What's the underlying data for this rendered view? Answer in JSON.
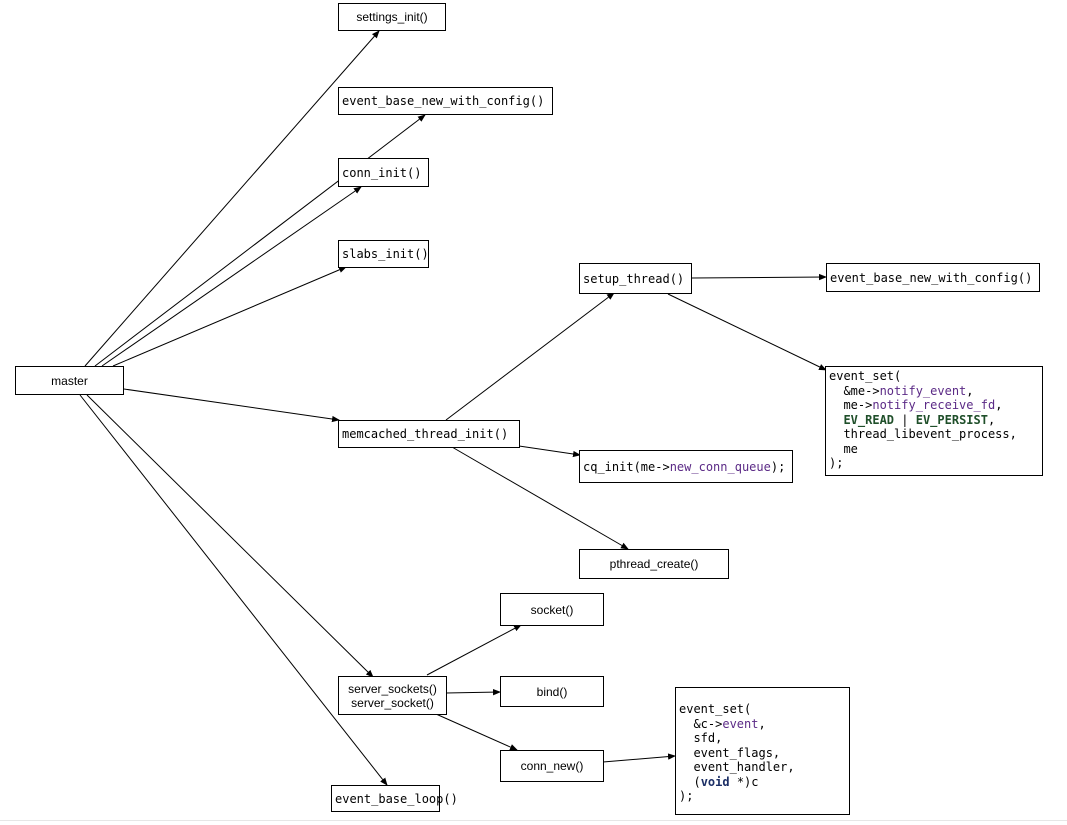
{
  "nodes": {
    "master": "master",
    "settings_init": "settings_init()",
    "event_base_new_with_config_1": "event_base_new_with_config()",
    "conn_init": "conn_init()",
    "slabs_init": "slabs_init()",
    "memcached_thread_init": "memcached_thread_init()",
    "setup_thread": "setup_thread()",
    "event_base_new_with_config_2": "event_base_new_with_config()",
    "cq_init": {
      "prefix": "cq_init(me->",
      "field": "new_conn_queue",
      "suffix": ");"
    },
    "pthread_create": "pthread_create()",
    "socket": "socket()",
    "server_sockets": {
      "line1": "server_sockets()",
      "line2": "server_socket()"
    },
    "bind": "bind()",
    "conn_new": "conn_new()",
    "event_base_loop": "event_base_loop()",
    "event_set_notify": {
      "l1": "event_set(",
      "l2_prefix": "  &me->",
      "l2_field": "notify_event",
      "l2_suffix": ",",
      "l3_prefix": "  me->",
      "l3_field": "notify_receive_fd",
      "l3_suffix": ",",
      "l4_indent": "  ",
      "l4_kw1": "EV_READ",
      "l4_op": " | ",
      "l4_kw2": "EV_PERSIST",
      "l4_suffix": ",",
      "l5": "  thread_libevent_process,",
      "l6": "  me",
      "l7": ");"
    },
    "event_set_conn": {
      "l1": "event_set(",
      "l2_prefix": "  &c->",
      "l2_field": "event",
      "l2_suffix": ",",
      "l3": "  sfd,",
      "l4": "  event_flags,",
      "l5": "  event_handler,",
      "l6_indent": "  (",
      "l6_kw": "void",
      "l6_suffix": " *)c",
      "l7": ");"
    }
  }
}
